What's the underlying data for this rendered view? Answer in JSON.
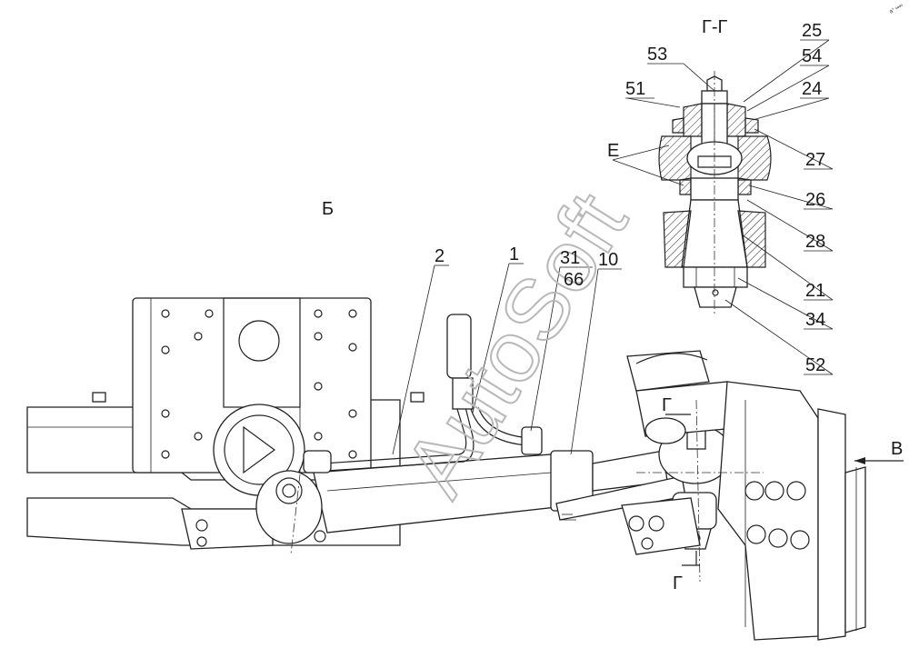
{
  "views": {
    "section_title": "Г-Г",
    "view_b": "Б",
    "view_v": "В",
    "cut_left": "Г",
    "cut_right": "Г",
    "detail_e": "Е"
  },
  "callouts": {
    "c25": "25",
    "c53": "53",
    "c54": "54",
    "c51": "51",
    "c24": "24",
    "c27": "27",
    "c26": "26",
    "c28": "28",
    "c21": "21",
    "c34": "34",
    "c52": "52",
    "c2": "2",
    "c1": "1",
    "c31": "31",
    "c66": "66",
    "c10": "10"
  },
  "watermark": "AutoSoft",
  "corner_mark": "a° ∞∞"
}
